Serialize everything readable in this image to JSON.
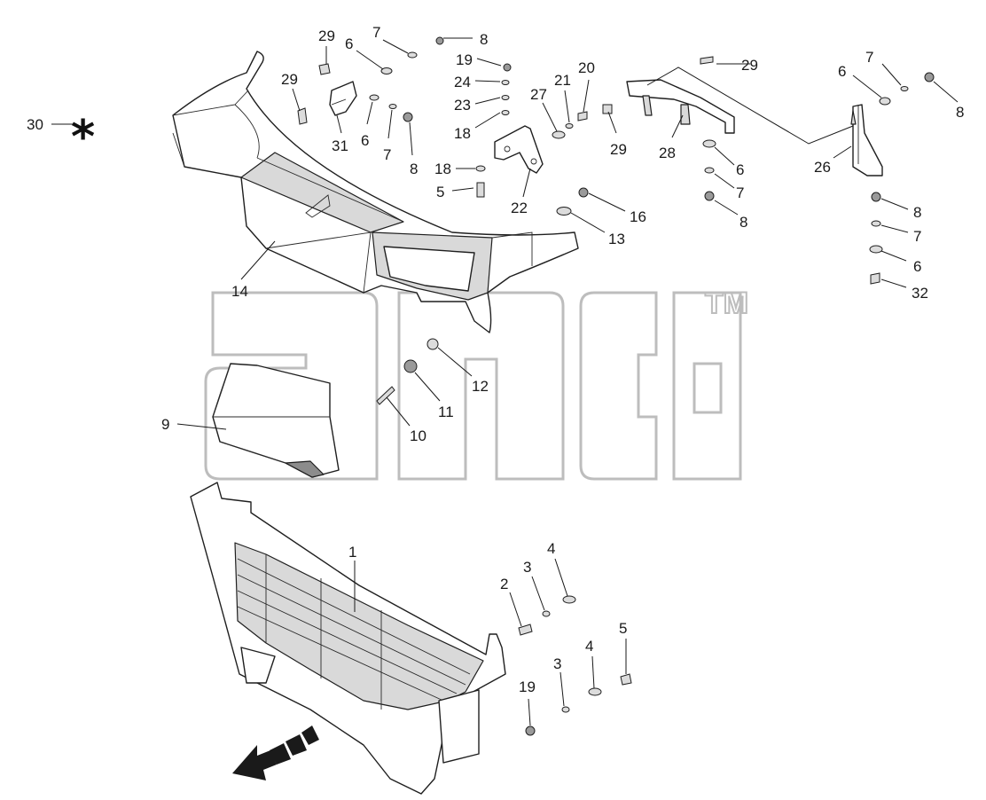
{
  "watermark": {
    "trademark": "TM"
  },
  "asterisk_marker": {
    "label": "30",
    "symbol": "*"
  },
  "callouts": [
    {
      "id": "c29a",
      "label": "29"
    },
    {
      "id": "c7a",
      "label": "7"
    },
    {
      "id": "c8a",
      "label": "8"
    },
    {
      "id": "c6a",
      "label": "6"
    },
    {
      "id": "c19a",
      "label": "19"
    },
    {
      "id": "c24",
      "label": "24"
    },
    {
      "id": "c23",
      "label": "23"
    },
    {
      "id": "c18a",
      "label": "18"
    },
    {
      "id": "c18b",
      "label": "18"
    },
    {
      "id": "c5a",
      "label": "5"
    },
    {
      "id": "c22",
      "label": "22"
    },
    {
      "id": "c29b",
      "label": "29"
    },
    {
      "id": "c31",
      "label": "31"
    },
    {
      "id": "c6b",
      "label": "6"
    },
    {
      "id": "c7b",
      "label": "7"
    },
    {
      "id": "c8b",
      "label": "8"
    },
    {
      "id": "c27",
      "label": "27"
    },
    {
      "id": "c21",
      "label": "21"
    },
    {
      "id": "c20",
      "label": "20"
    },
    {
      "id": "c29c",
      "label": "29"
    },
    {
      "id": "c29d",
      "label": "29"
    },
    {
      "id": "c28",
      "label": "28"
    },
    {
      "id": "c6c",
      "label": "6"
    },
    {
      "id": "c7c",
      "label": "7"
    },
    {
      "id": "c8c",
      "label": "8"
    },
    {
      "id": "c16",
      "label": "16"
    },
    {
      "id": "c13",
      "label": "13"
    },
    {
      "id": "c7d",
      "label": "7"
    },
    {
      "id": "c6d",
      "label": "6"
    },
    {
      "id": "c8d",
      "label": "8"
    },
    {
      "id": "c26",
      "label": "26"
    },
    {
      "id": "c8e",
      "label": "8"
    },
    {
      "id": "c7e",
      "label": "7"
    },
    {
      "id": "c6e",
      "label": "6"
    },
    {
      "id": "c32",
      "label": "32"
    },
    {
      "id": "c14",
      "label": "14"
    },
    {
      "id": "c12",
      "label": "12"
    },
    {
      "id": "c11",
      "label": "11"
    },
    {
      "id": "c10",
      "label": "10"
    },
    {
      "id": "c9",
      "label": "9"
    },
    {
      "id": "c1",
      "label": "1"
    },
    {
      "id": "c2",
      "label": "2"
    },
    {
      "id": "c3a",
      "label": "3"
    },
    {
      "id": "c4a",
      "label": "4"
    },
    {
      "id": "c4b",
      "label": "4"
    },
    {
      "id": "c5b",
      "label": "5"
    },
    {
      "id": "c3b",
      "label": "3"
    },
    {
      "id": "c19b",
      "label": "19"
    }
  ]
}
